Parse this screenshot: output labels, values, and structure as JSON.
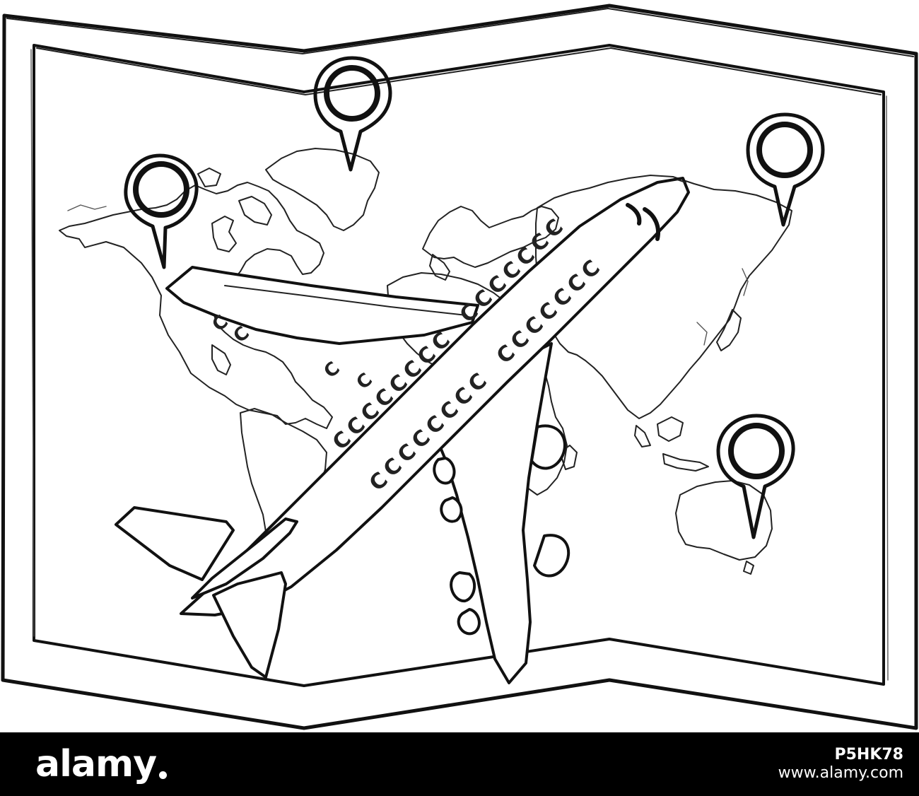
{
  "illustration": {
    "subject": "folded world map with airplane and location pins",
    "icons": [
      "folded-map-icon",
      "airplane-icon",
      "location-pin-icon"
    ],
    "pin_count": 4,
    "window_glyph": "C",
    "ink_color": "#111111",
    "paper_color": "#ffffff"
  },
  "watermark": {
    "brand": "alamy",
    "image_id": "P5HK78",
    "site": "www.alamy.com",
    "bar_color": "#000000",
    "text_color": "#ffffff"
  }
}
